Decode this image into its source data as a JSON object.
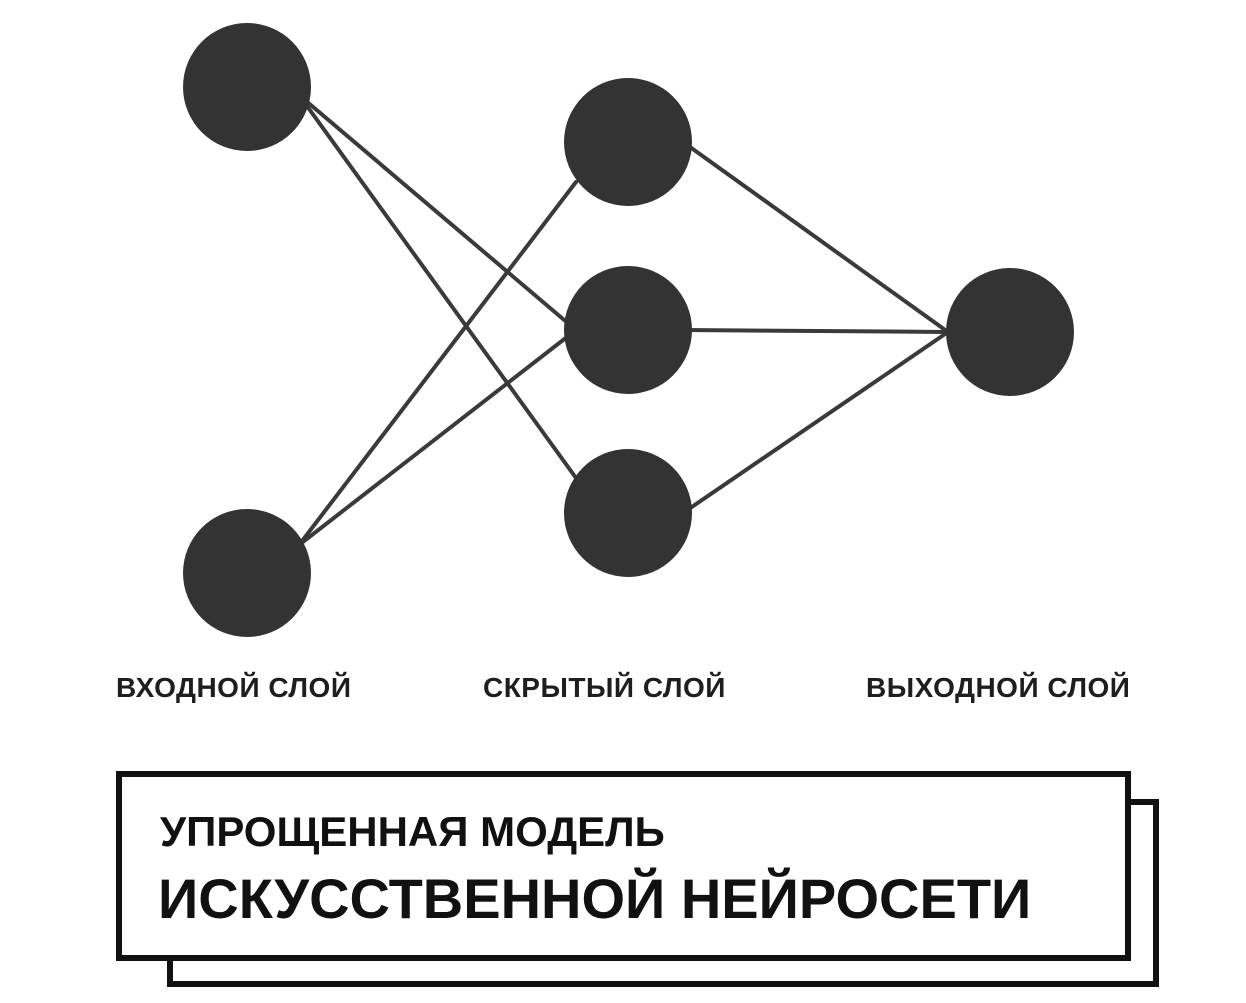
{
  "diagram": {
    "layers": [
      {
        "id": "input",
        "label": "ВХОДНОЙ СЛОЙ",
        "nodes": [
          "in-1",
          "in-2"
        ]
      },
      {
        "id": "hidden",
        "label": "СКРЫТЫЙ СЛОЙ",
        "nodes": [
          "h-1",
          "h-2",
          "h-3"
        ]
      },
      {
        "id": "output",
        "label": "ВЫХОДНОЙ СЛОЙ",
        "nodes": [
          "out-1"
        ]
      }
    ],
    "edges": [
      [
        "in-1",
        "h-2"
      ],
      [
        "in-1",
        "h-3"
      ],
      [
        "in-2",
        "h-1"
      ],
      [
        "in-2",
        "h-2"
      ],
      [
        "h-1",
        "out-1"
      ],
      [
        "h-2",
        "out-1"
      ],
      [
        "h-3",
        "out-1"
      ]
    ],
    "colors": {
      "node": "#333333",
      "edge": "#3a3a3a",
      "frame": "#111111"
    }
  },
  "title": {
    "line1": "УПРОЩЕННАЯ МОДЕЛЬ",
    "line2": "ИСКУССТВЕННОЙ НЕЙРОСЕТИ"
  }
}
